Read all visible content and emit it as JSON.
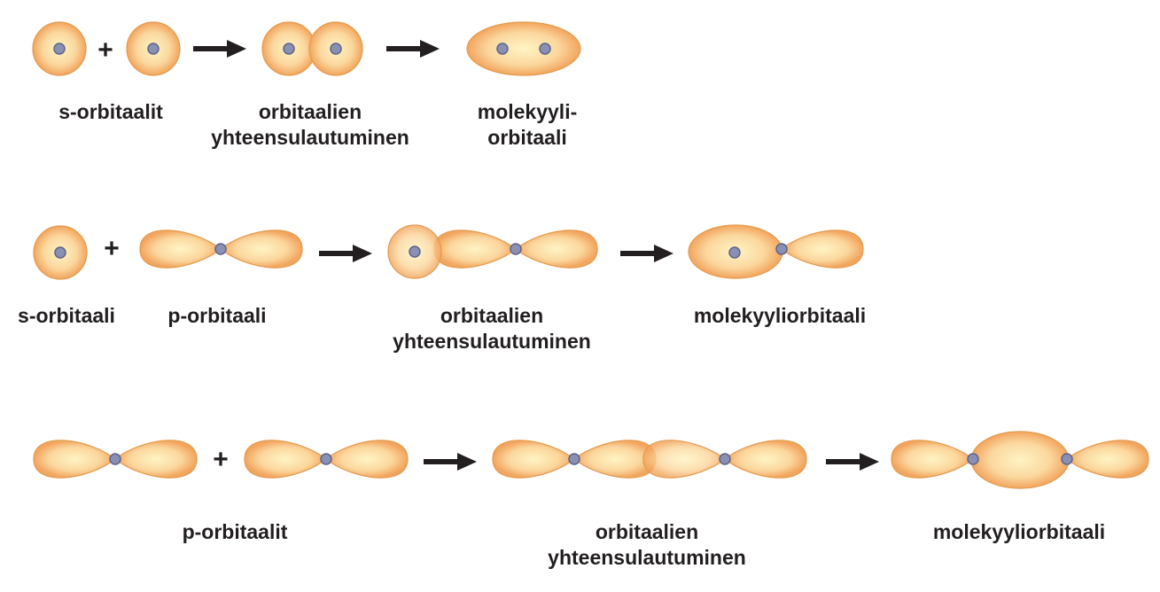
{
  "colors": {
    "orbital_center": "#fff4c4",
    "orbital_mid": "#fbd79e",
    "orbital_edge": "#f2a55e",
    "orbital_stroke": "#e59a4c",
    "nucleus_fill": "#8a90b4",
    "nucleus_stroke": "#5d6389",
    "arrow": "#231f20",
    "text": "#231f20"
  },
  "rows": [
    {
      "labels": {
        "reactants": [
          "s-orbitaalit"
        ],
        "overlap": [
          "orbitaalien",
          "yhteensulautuminen"
        ],
        "product": [
          "molekyyli-",
          "orbitaali"
        ]
      }
    },
    {
      "labels": {
        "reactant_s": [
          "s-orbitaali"
        ],
        "reactant_p": [
          "p-orbitaali"
        ],
        "overlap": [
          "orbitaalien",
          "yhteensulautuminen"
        ],
        "product": [
          "molekyyliorbitaali"
        ]
      }
    },
    {
      "labels": {
        "reactants": [
          "p-orbitaalit"
        ],
        "overlap": [
          "orbitaalien",
          "yhteensulautuminen"
        ],
        "product": [
          "molekyyliorbitaali"
        ]
      }
    }
  ]
}
